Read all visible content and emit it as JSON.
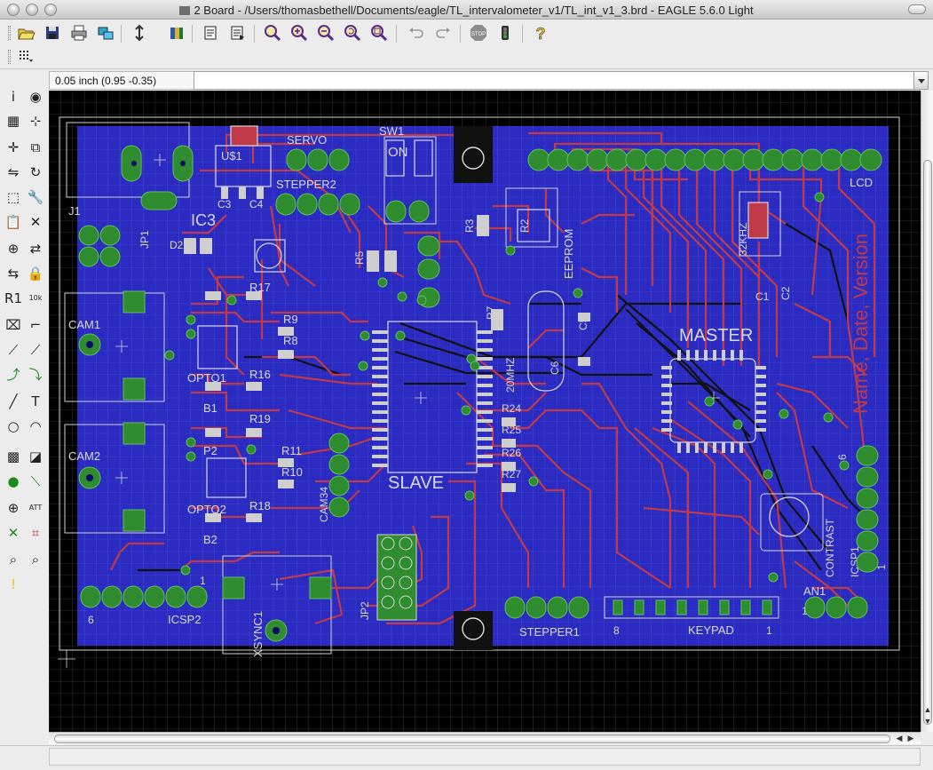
{
  "window": {
    "title": "2 Board - /Users/thomasbethell/Documents/eagle/TL_intervalometer_v1/TL_int_v1_3.brd - EAGLE 5.6.0 Light"
  },
  "toolbar": {
    "buttons": [
      "open-icon",
      "save-icon",
      "print-icon",
      "cam-processor-icon",
      "switch-to-schematic-icon",
      "library-icon",
      "script-icon",
      "run-ulp-icon",
      "zoom-to-fit-icon",
      "zoom-in-icon",
      "zoom-out-icon",
      "redraw-icon",
      "zoom-select-icon",
      "undo-icon",
      "redo-icon",
      "stop-icon",
      "go-icon",
      "help-icon",
      "grid-icon"
    ]
  },
  "coordinates": {
    "display": "0.05 inch (0.95 -0.35)"
  },
  "command_line": {
    "value": ""
  },
  "palette": {
    "tools": [
      "info",
      "show",
      "display-layers",
      "mark",
      "move",
      "copy",
      "mirror",
      "rotate",
      "group",
      "change",
      "paste",
      "delete",
      "add",
      "pinswap",
      "replace",
      "lock",
      "name",
      "value",
      "smash",
      "miter",
      "split",
      "optimize",
      "route",
      "ripup",
      "wire",
      "text",
      "circle",
      "arc",
      "rect",
      "polygon",
      "via",
      "signal",
      "hole",
      "attribute",
      "ratsnest",
      "auto",
      "erc",
      "drc",
      "errors"
    ]
  },
  "board": {
    "labels": {
      "cam1": "CAM1",
      "cam2": "CAM2",
      "j1": "J1",
      "us1": "U$1",
      "ic3": "IC3",
      "c3": "C3",
      "c4": "C4",
      "servo": "SERVO",
      "stepper2": "STEPPER2",
      "sw1": "SW1",
      "on": "ON",
      "jp1": "JP1",
      "d2": "D2",
      "r17": "R17",
      "r9": "R9",
      "r8": "R8",
      "r16": "R16",
      "r19": "R19",
      "r11": "R11",
      "r10": "R10",
      "r18": "R18",
      "opto1": "OPTO1",
      "opto2": "OPTO2",
      "b1": "B1",
      "b2": "B2",
      "p2": "P2",
      "r5": "R5",
      "r3": "R3",
      "r7": "R7",
      "r2": "R2",
      "eeprom": "EEPROM",
      "slave": "SLAVE",
      "master": "MASTER",
      "c5": "C5",
      "c6": "C6",
      "c1": "C1",
      "c2": "C2",
      "x32": "32KHZ",
      "mhz20": "20MHZ",
      "r24": "R24",
      "r25": "R25",
      "r26": "R26",
      "r27": "R27",
      "cam34": "CAM34",
      "jp2": "JP2",
      "xsync1": "XSYNC1",
      "icsp2": "ICSP2",
      "icsp1": "ICSP1",
      "lcd": "LCD",
      "contrast": "CONTRAST",
      "stepper1": "STEPPER1",
      "keypad": "KEYPAD",
      "an1": "AN1",
      "namedate": "Name, Date, Version",
      "n6a": "6",
      "n1a": "1",
      "n6b": "6",
      "n1b": "1",
      "n8": "8",
      "n1c": "1",
      "n1d": "1"
    }
  },
  "status": {
    "text": ""
  }
}
